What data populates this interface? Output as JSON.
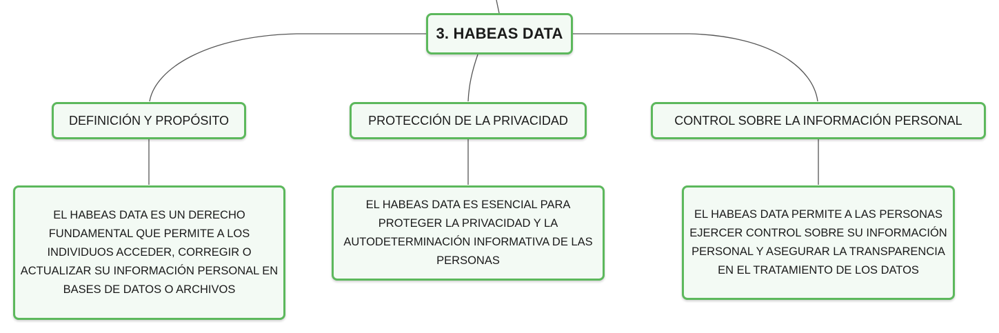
{
  "root": {
    "label": "3. HABEAS DATA"
  },
  "branches": [
    {
      "label": "DEFINICIÓN Y PROPÓSITO",
      "detail": "EL HABEAS DATA ES UN DERECHO FUNDAMENTAL QUE PERMITE A LOS INDIVIDUOS ACCEDER, CORREGIR O ACTUALIZAR SU INFORMACIÓN PERSONAL EN BASES DE DATOS O ARCHIVOS"
    },
    {
      "label": "PROTECCIÓN DE LA PRIVACIDAD",
      "detail": "EL HABEAS DATA ES ESENCIAL PARA PROTEGER LA PRIVACIDAD Y LA AUTODETERMINACIÓN INFORMATIVA DE LAS PERSONAS"
    },
    {
      "label": "CONTROL SOBRE LA INFORMACIÓN PERSONAL",
      "detail": "EL HABEAS DATA PERMITE A LAS PERSONAS EJERCER CONTROL SOBRE SU INFORMACIÓN PERSONAL Y ASEGURAR LA TRANSPARENCIA EN EL TRATAMIENTO DE LOS DATOS"
    }
  ],
  "colors": {
    "node_border": "#5cb85c",
    "node_fill": "#f3faf4",
    "connector": "#555555"
  }
}
